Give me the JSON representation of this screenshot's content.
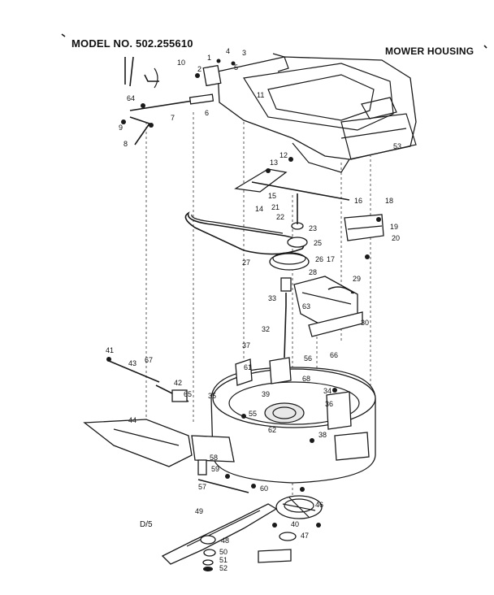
{
  "header": {
    "model": "MODEL NO. 502.255610",
    "section": "MOWER HOUSING"
  },
  "page_mark": "D/5",
  "part_labels": [
    "1",
    "2",
    "3",
    "4",
    "5",
    "6",
    "7",
    "8",
    "9",
    "10",
    "11",
    "12",
    "13",
    "14",
    "15",
    "16",
    "17",
    "18",
    "19",
    "20",
    "21",
    "22",
    "23",
    "25",
    "26",
    "27",
    "28",
    "29",
    "30",
    "32",
    "33",
    "34",
    "35",
    "36",
    "37",
    "38",
    "39",
    "40",
    "41",
    "42",
    "43",
    "44",
    "46",
    "47",
    "48",
    "49",
    "50",
    "51",
    "52",
    "53",
    "55",
    "56",
    "57",
    "58",
    "59",
    "60",
    "61",
    "62",
    "63",
    "64",
    "65",
    "66",
    "67",
    "68"
  ]
}
